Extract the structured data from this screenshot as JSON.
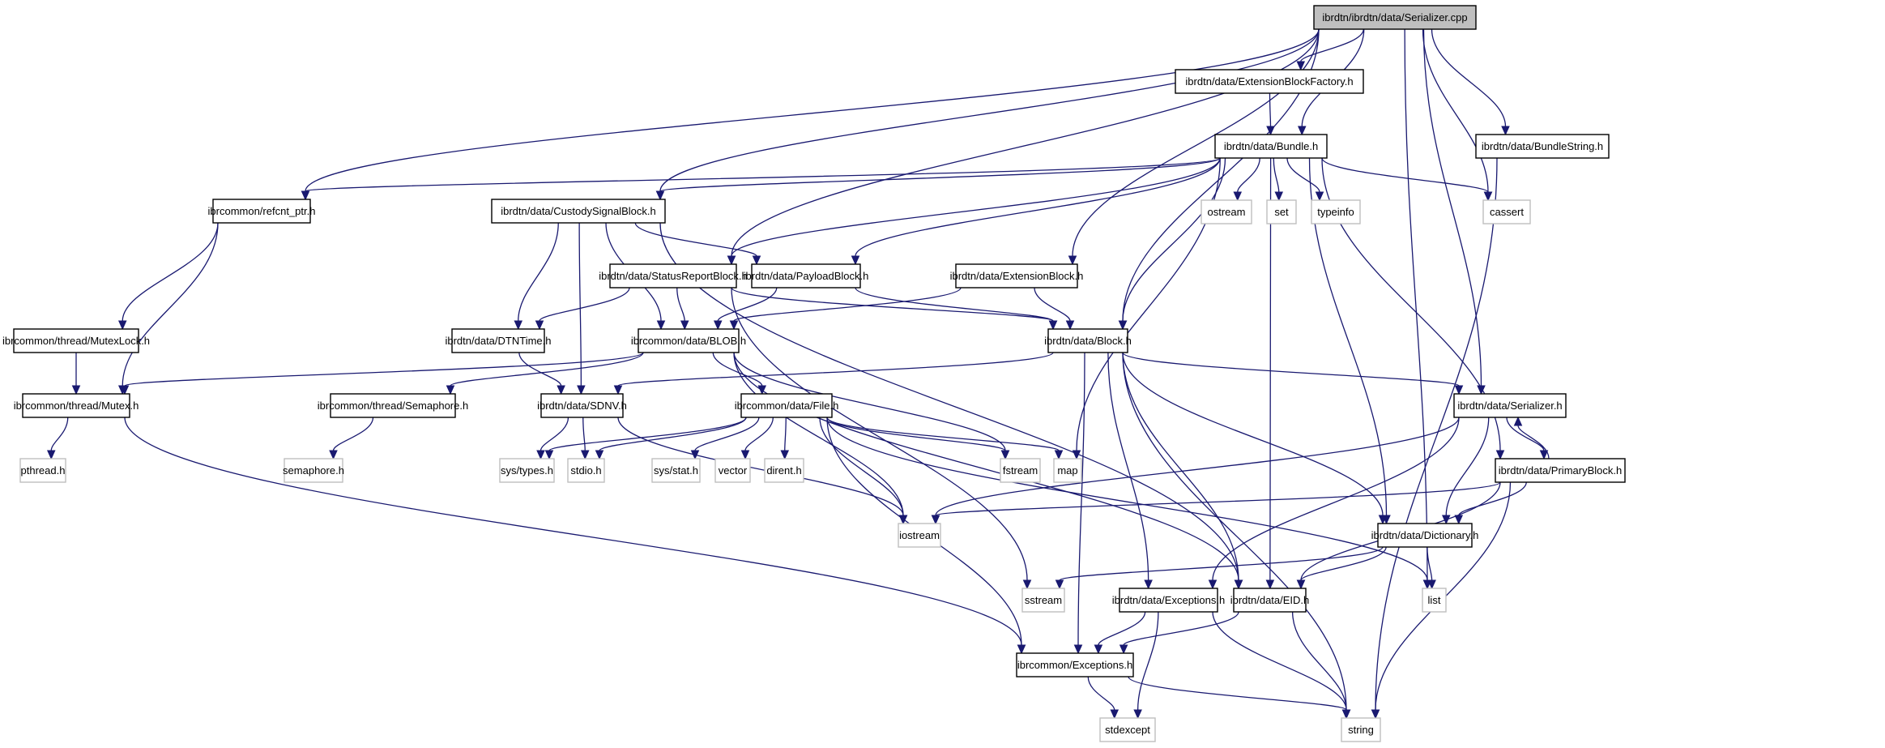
{
  "diagram": {
    "type": "include-dependency-graph",
    "root": "ibrdtn/ibrdtn/data/Serializer.cpp",
    "colors": {
      "edge": "#191970",
      "root_fill": "#bfbfbf",
      "root_border": "#000000",
      "documented_fill": "#ffffff",
      "documented_border": "#000000",
      "external_fill": "#ffffff",
      "external_border": "#bfbfbf"
    },
    "nodes": [
      {
        "id": "root",
        "label": "ibrdtn/ibrdtn/data/Serializer.cpp",
        "kind": "root"
      },
      {
        "id": "ebf",
        "label": "ibrdtn/data/ExtensionBlockFactory.h",
        "kind": "documented"
      },
      {
        "id": "bundle",
        "label": "ibrdtn/data/Bundle.h",
        "kind": "documented"
      },
      {
        "id": "bstr",
        "label": "ibrdtn/data/BundleString.h",
        "kind": "documented"
      },
      {
        "id": "refcnt",
        "label": "ibrcommon/refcnt_ptr.h",
        "kind": "documented"
      },
      {
        "id": "csb",
        "label": "ibrdtn/data/CustodySignalBlock.h",
        "kind": "documented"
      },
      {
        "id": "ostream",
        "label": "ostream",
        "kind": "external"
      },
      {
        "id": "set",
        "label": "set",
        "kind": "external"
      },
      {
        "id": "typeinfo",
        "label": "typeinfo",
        "kind": "external"
      },
      {
        "id": "cassert",
        "label": "cassert",
        "kind": "external"
      },
      {
        "id": "srb",
        "label": "ibrdtn/data/StatusReportBlock.h",
        "kind": "documented"
      },
      {
        "id": "pb",
        "label": "ibrdtn/data/PayloadBlock.h",
        "kind": "documented"
      },
      {
        "id": "eb",
        "label": "ibrdtn/data/ExtensionBlock.h",
        "kind": "documented"
      },
      {
        "id": "mlock",
        "label": "ibrcommon/thread/MutexLock.h",
        "kind": "documented"
      },
      {
        "id": "dtnt",
        "label": "ibrdtn/data/DTNTime.h",
        "kind": "documented"
      },
      {
        "id": "blob",
        "label": "ibrcommon/data/BLOB.h",
        "kind": "documented"
      },
      {
        "id": "block",
        "label": "ibrdtn/data/Block.h",
        "kind": "documented"
      },
      {
        "id": "mutex",
        "label": "ibrcommon/thread/Mutex.h",
        "kind": "documented"
      },
      {
        "id": "sema",
        "label": "ibrcommon/thread/Semaphore.h",
        "kind": "documented"
      },
      {
        "id": "sdnv",
        "label": "ibrdtn/data/SDNV.h",
        "kind": "documented"
      },
      {
        "id": "file",
        "label": "ibrcommon/data/File.h",
        "kind": "documented"
      },
      {
        "id": "serh",
        "label": "ibrdtn/data/Serializer.h",
        "kind": "documented"
      },
      {
        "id": "pthread",
        "label": "pthread.h",
        "kind": "external"
      },
      {
        "id": "semah",
        "label": "semaphore.h",
        "kind": "external"
      },
      {
        "id": "systypes",
        "label": "sys/types.h",
        "kind": "external"
      },
      {
        "id": "stdio",
        "label": "stdio.h",
        "kind": "external"
      },
      {
        "id": "sysstat",
        "label": "sys/stat.h",
        "kind": "external"
      },
      {
        "id": "vector",
        "label": "vector",
        "kind": "external"
      },
      {
        "id": "dirent",
        "label": "dirent.h",
        "kind": "external"
      },
      {
        "id": "fstream",
        "label": "fstream",
        "kind": "external"
      },
      {
        "id": "map",
        "label": "map",
        "kind": "external"
      },
      {
        "id": "primb",
        "label": "ibrdtn/data/PrimaryBlock.h",
        "kind": "documented"
      },
      {
        "id": "iostream",
        "label": "iostream",
        "kind": "external"
      },
      {
        "id": "dict",
        "label": "ibrdtn/data/Dictionary.h",
        "kind": "documented"
      },
      {
        "id": "sstream",
        "label": "sstream",
        "kind": "external"
      },
      {
        "id": "dexc",
        "label": "ibrdtn/data/Exceptions.h",
        "kind": "documented"
      },
      {
        "id": "eid",
        "label": "ibrdtn/data/EID.h",
        "kind": "documented"
      },
      {
        "id": "list",
        "label": "list",
        "kind": "external"
      },
      {
        "id": "cexc",
        "label": "ibrcommon/Exceptions.h",
        "kind": "documented"
      },
      {
        "id": "stdexcept",
        "label": "stdexcept",
        "kind": "external"
      },
      {
        "id": "string",
        "label": "string",
        "kind": "external"
      }
    ],
    "edges": [
      [
        "root",
        "ebf"
      ],
      [
        "root",
        "bundle"
      ],
      [
        "root",
        "bstr"
      ],
      [
        "root",
        "refcnt"
      ],
      [
        "root",
        "csb"
      ],
      [
        "root",
        "srb"
      ],
      [
        "root",
        "eb"
      ],
      [
        "root",
        "block"
      ],
      [
        "root",
        "serh"
      ],
      [
        "root",
        "cassert"
      ],
      [
        "root",
        "list"
      ],
      [
        "ebf",
        "bundle"
      ],
      [
        "bundle",
        "refcnt"
      ],
      [
        "bundle",
        "csb"
      ],
      [
        "bundle",
        "srb"
      ],
      [
        "bundle",
        "pb"
      ],
      [
        "bundle",
        "block"
      ],
      [
        "bundle",
        "ostream"
      ],
      [
        "bundle",
        "set"
      ],
      [
        "bundle",
        "typeinfo"
      ],
      [
        "bundle",
        "cassert"
      ],
      [
        "bundle",
        "map"
      ],
      [
        "bundle",
        "dict"
      ],
      [
        "bundle",
        "primb"
      ],
      [
        "bundle",
        "eid"
      ],
      [
        "bstr",
        "string"
      ],
      [
        "refcnt",
        "mlock"
      ],
      [
        "refcnt",
        "mutex"
      ],
      [
        "csb",
        "pb"
      ],
      [
        "csb",
        "dtnt"
      ],
      [
        "csb",
        "blob"
      ],
      [
        "csb",
        "sdnv"
      ],
      [
        "csb",
        "eid"
      ],
      [
        "srb",
        "dtnt"
      ],
      [
        "srb",
        "blob"
      ],
      [
        "srb",
        "block"
      ],
      [
        "srb",
        "sstream"
      ],
      [
        "pb",
        "blob"
      ],
      [
        "pb",
        "block"
      ],
      [
        "eb",
        "blob"
      ],
      [
        "eb",
        "block"
      ],
      [
        "mlock",
        "mutex"
      ],
      [
        "dtnt",
        "sdnv"
      ],
      [
        "blob",
        "mutex"
      ],
      [
        "blob",
        "sema"
      ],
      [
        "blob",
        "file"
      ],
      [
        "blob",
        "fstream"
      ],
      [
        "blob",
        "iostream"
      ],
      [
        "blob",
        "eid"
      ],
      [
        "block",
        "sdnv"
      ],
      [
        "block",
        "serh"
      ],
      [
        "block",
        "dict"
      ],
      [
        "block",
        "dexc"
      ],
      [
        "block",
        "eid"
      ],
      [
        "block",
        "cexc"
      ],
      [
        "block",
        "string"
      ],
      [
        "mutex",
        "pthread"
      ],
      [
        "mutex",
        "cexc"
      ],
      [
        "sema",
        "semah"
      ],
      [
        "sdnv",
        "systypes"
      ],
      [
        "sdnv",
        "stdio"
      ],
      [
        "sdnv",
        "iostream"
      ],
      [
        "file",
        "systypes"
      ],
      [
        "file",
        "stdio"
      ],
      [
        "file",
        "sysstat"
      ],
      [
        "file",
        "vector"
      ],
      [
        "file",
        "dirent"
      ],
      [
        "file",
        "fstream"
      ],
      [
        "file",
        "map"
      ],
      [
        "file",
        "iostream"
      ],
      [
        "file",
        "list"
      ],
      [
        "file",
        "cexc"
      ],
      [
        "serh",
        "primb"
      ],
      [
        "serh",
        "dict"
      ],
      [
        "serh",
        "dexc"
      ],
      [
        "serh",
        "iostream"
      ],
      [
        "primb",
        "serh"
      ],
      [
        "primb",
        "dict"
      ],
      [
        "primb",
        "eid"
      ],
      [
        "primb",
        "iostream"
      ],
      [
        "primb",
        "string"
      ],
      [
        "dict",
        "eid"
      ],
      [
        "dict",
        "list"
      ],
      [
        "dict",
        "sstream"
      ],
      [
        "dexc",
        "cexc"
      ],
      [
        "dexc",
        "stdexcept"
      ],
      [
        "dexc",
        "string"
      ],
      [
        "eid",
        "cexc"
      ],
      [
        "eid",
        "string"
      ],
      [
        "cexc",
        "stdexcept"
      ],
      [
        "cexc",
        "string"
      ]
    ]
  }
}
